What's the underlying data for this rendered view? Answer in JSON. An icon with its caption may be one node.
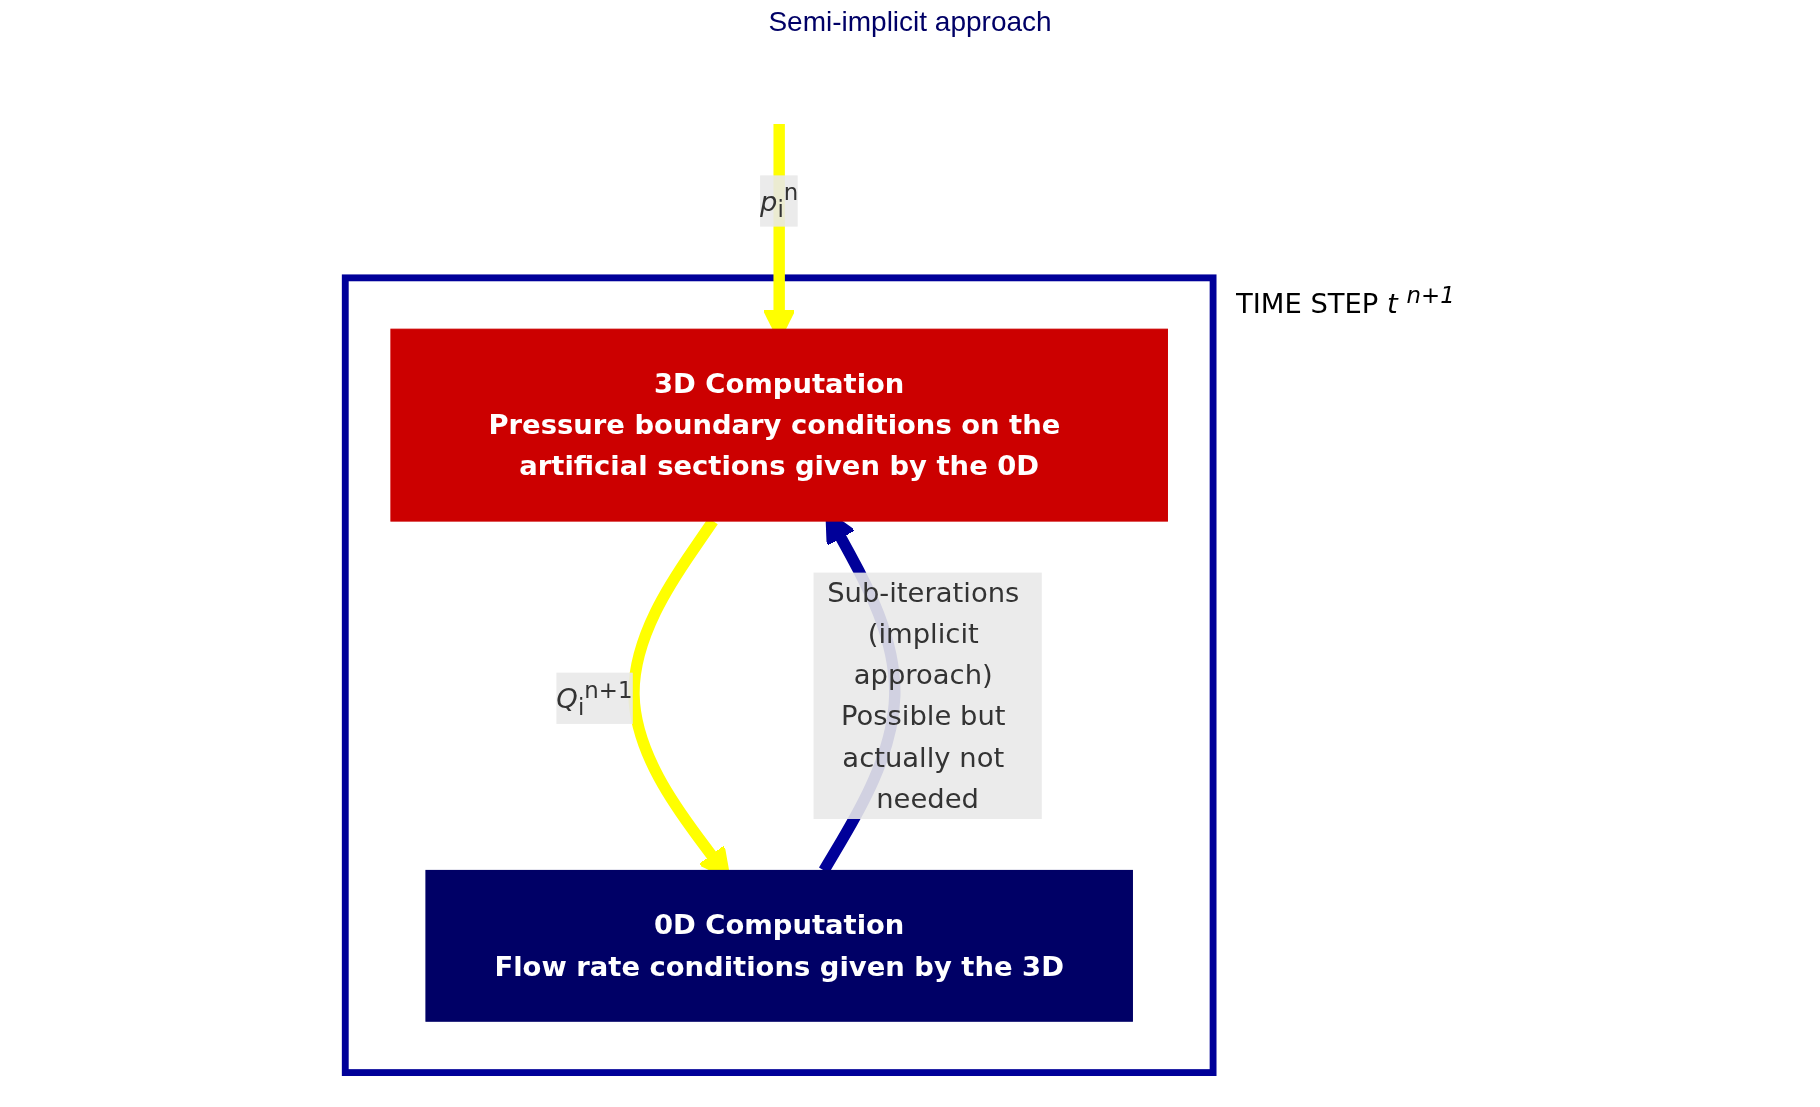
{
  "diagram": {
    "title": "Semi-implicit approach",
    "nodes": [
      {
        "text": [
          "TIME STEP *t $^{n+1}$*"
        ]
      },
      {
        "text": [
          "3D Computation",
          "Pressure boundary conditions on the artificial sections given by the 0D"
        ],
        "in": 0
      },
      {
        "text": [
          "0D Computation",
          "Flow rate conditions given by the 3D"
        ],
        "in": 0
      }
    ],
    "edges": [
      {
        "from": null,
        "to": 1,
        "arrow": "to",
        "label": "*p*$_{i}$$^{n}$"
      },
      {
        "from": 1,
        "to": 2,
        "arrow": "to",
        "label": "*Q*$_{i}$$^{n+1}$"
      },
      {
        "from": 2,
        "to": 1,
        "arrow": "to",
        "label": "Sub-iterations (implicit approach) Possible but actually not needed",
        "color": "#000099"
      }
    ]
  }
}
